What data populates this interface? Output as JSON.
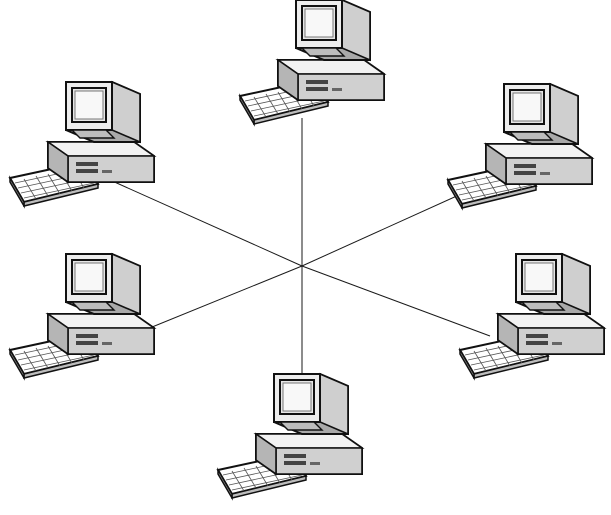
{
  "diagram": {
    "kind": "network-topology",
    "topology": "star-without-hub",
    "center_point": "intersection",
    "nodes": [
      {
        "id": "top",
        "icon": "desktop-computer-icon"
      },
      {
        "id": "upper-left",
        "icon": "desktop-computer-icon"
      },
      {
        "id": "upper-right",
        "icon": "desktop-computer-icon"
      },
      {
        "id": "lower-left",
        "icon": "desktop-computer-icon"
      },
      {
        "id": "lower-right",
        "icon": "desktop-computer-icon"
      },
      {
        "id": "bottom",
        "icon": "desktop-computer-icon"
      }
    ],
    "colors": {
      "line": "#1a1a1a",
      "device_light": "#f2f2f2",
      "device_mid": "#c9c9c9",
      "device_dark": "#8a8a8a",
      "outline": "#111111",
      "screen": "#e6e6e6"
    }
  }
}
